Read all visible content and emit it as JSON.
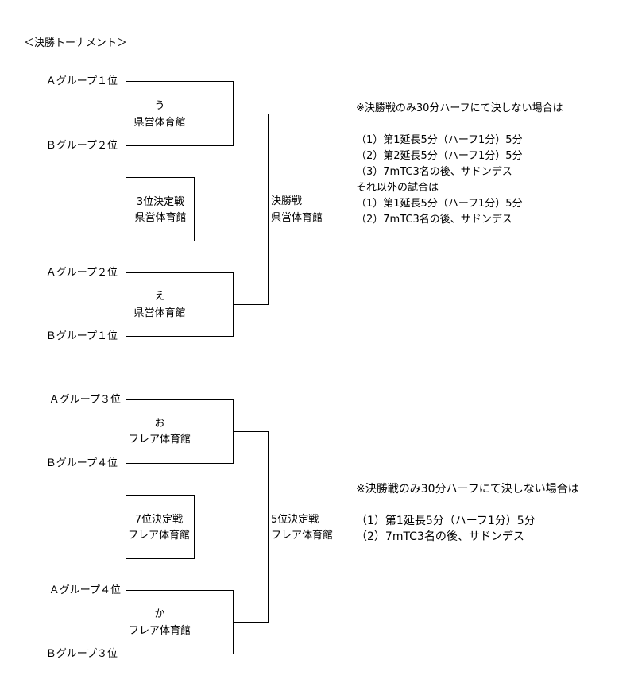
{
  "title": "＜決勝トーナメント＞",
  "bracket1": {
    "team_top1": "Ａグループ１位",
    "team_bot1": "Ｂグループ２位",
    "match1_id": "う",
    "match1_venue": "県営体育館",
    "third_place_label": "3位決定戦",
    "third_place_venue": "県営体育館",
    "team_top2": "Ａグループ２位",
    "team_bot2": "Ｂグループ１位",
    "match2_id": "え",
    "match2_venue": "県営体育館",
    "final_label": "決勝戦",
    "final_venue": "県営体育館",
    "notes": [
      "※決勝戦のみ30分ハーフにて決しない場合は",
      "",
      "（1）第1延長5分（ハーフ1分）5分",
      "（2）第2延長5分（ハーフ1分）5分",
      "（3）7mTC3名の後、サドンデス",
      "それ以外の試合は",
      "（1）第1延長5分（ハーフ1分）5分",
      "（2）7mTC3名の後、サドンデス"
    ]
  },
  "bracket2": {
    "team_top1": "Ａグループ３位",
    "team_bot1": "Ｂグループ４位",
    "match1_id": "お",
    "match1_venue": "フレア体育館",
    "seventh_place_label": "7位決定戦",
    "seventh_place_venue": "フレア体育館",
    "team_top2": "Ａグループ４位",
    "team_bot2": "Ｂグループ３位",
    "match2_id": "か",
    "match2_venue": "フレア体育館",
    "fifth_label": "5位決定戦",
    "fifth_venue": "フレア体育館",
    "notes": [
      "※決勝戦のみ30分ハーフにて決しない場合は",
      "",
      "（1）第1延長5分（ハーフ1分）5分",
      "（2）7mTC3名の後、サドンデス"
    ]
  }
}
